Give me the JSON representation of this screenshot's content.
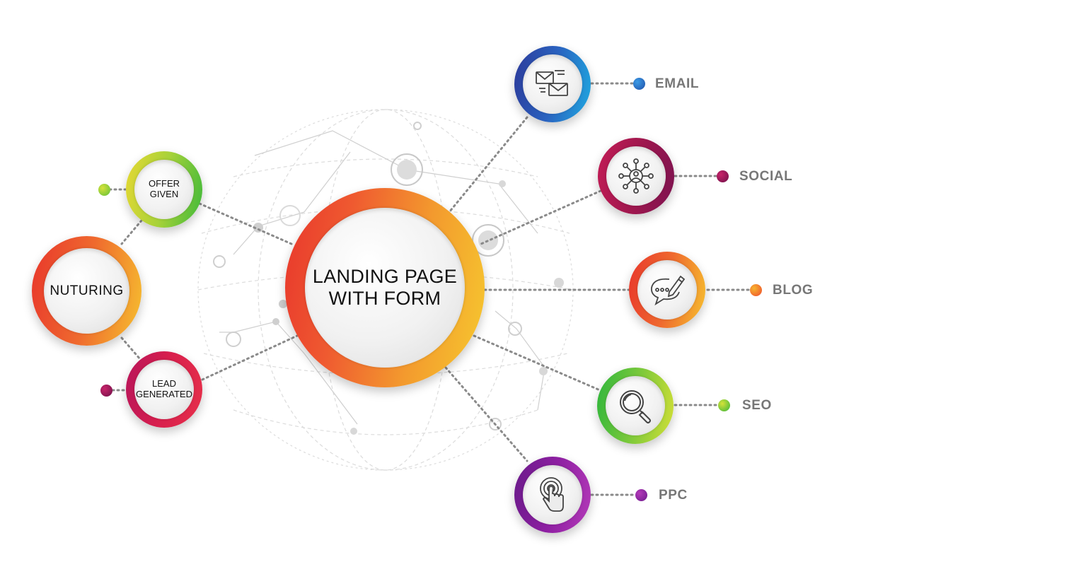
{
  "center": {
    "lines": [
      "LANDING PAGE",
      "WITH FORM"
    ]
  },
  "left_nodes": {
    "offer": {
      "lines": [
        "OFFER",
        "GIVEN"
      ],
      "dot_color": "#8fcd3a"
    },
    "nurturing": {
      "label": "NUTURING"
    },
    "lead": {
      "lines": [
        "LEAD",
        "GENERATED"
      ],
      "dot_color": "#8e1a52"
    }
  },
  "channels": [
    {
      "key": "email",
      "label": "EMAIL",
      "icon": "email-icon",
      "dot_color": "#1f6fc8"
    },
    {
      "key": "social",
      "label": "SOCIAL",
      "icon": "social-network-icon",
      "dot_color": "#8e1a52"
    },
    {
      "key": "blog",
      "label": "BLOG",
      "icon": "chat-bubble-pencil-icon",
      "dot_color": "#f0752d"
    },
    {
      "key": "seo",
      "label": "SEO",
      "icon": "magnifier-icon",
      "dot_color": "#8fcd3a"
    },
    {
      "key": "ppc",
      "label": "PPC",
      "icon": "touch-finger-icon",
      "dot_color": "#8a1ba0"
    }
  ],
  "colors": {
    "connector": "#8a8a8a",
    "label_text": "#777777",
    "globe_lines": "#d6d6d6"
  }
}
